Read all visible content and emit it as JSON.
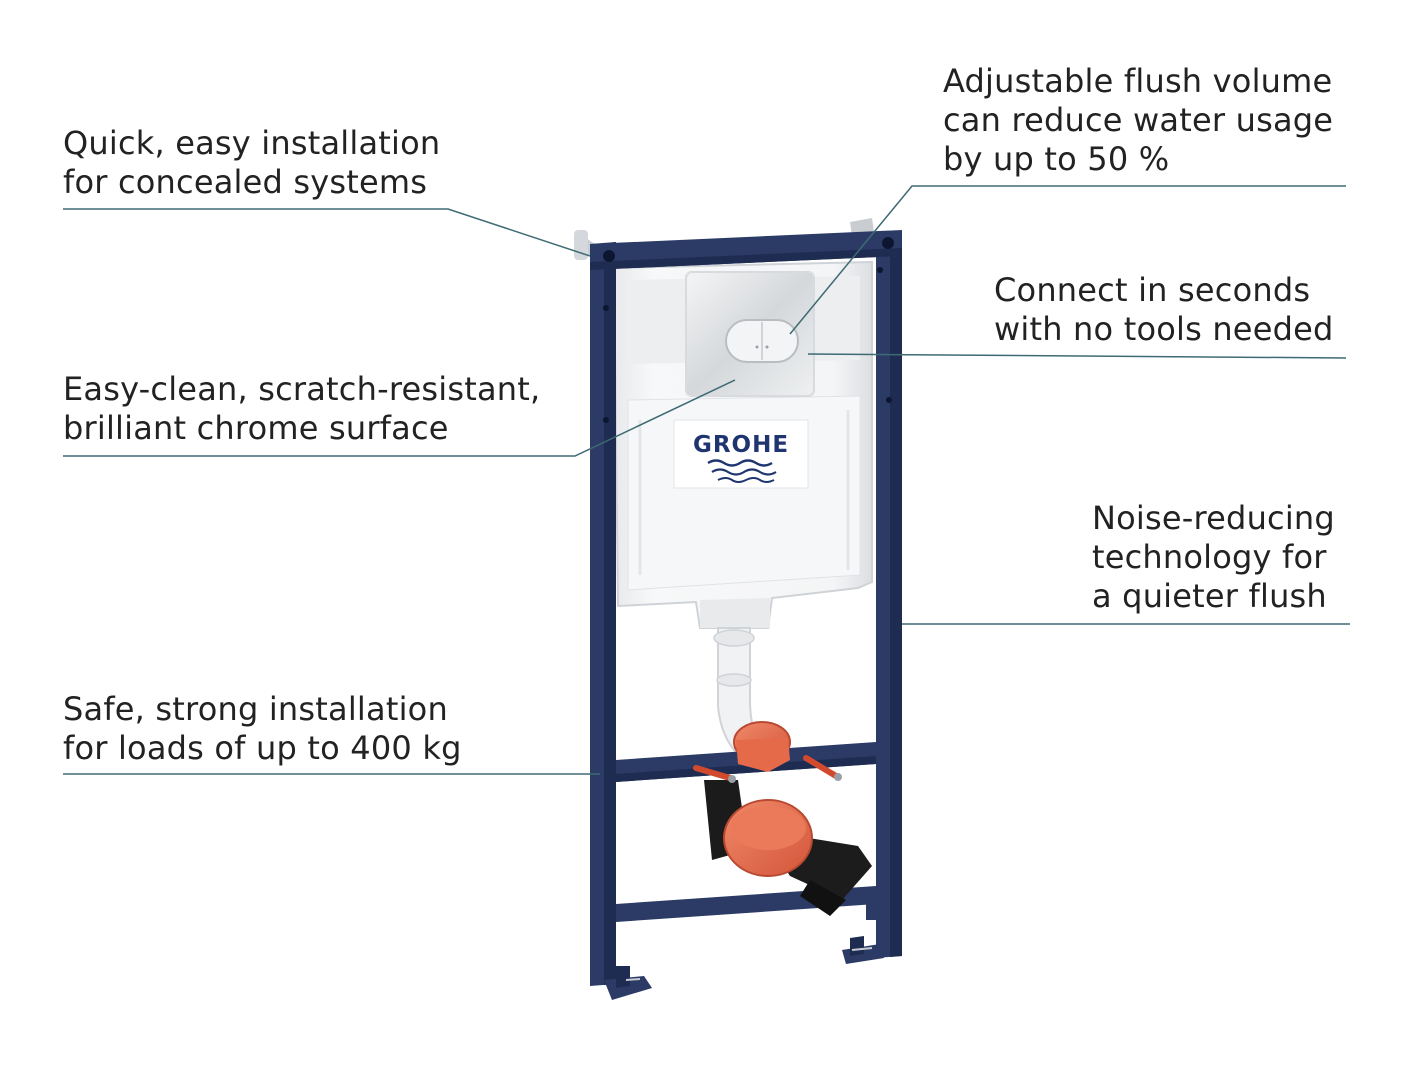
{
  "brand": {
    "name": "GROHE"
  },
  "colors": {
    "frame": "#2b3b66",
    "frame_dark": "#1f2c52",
    "leader_line": "#3e6a73",
    "cistern": "#f3f4f5",
    "cistern_shadow": "#d9dcdf",
    "chrome": "#e4e6e8",
    "plug": "#e56a4a",
    "text": "#222222"
  },
  "callouts": {
    "installation": {
      "line1": "Quick, easy installation",
      "line2": "for concealed systems"
    },
    "surface": {
      "line1": "Easy-clean, scratch-resistant,",
      "line2": "brilliant chrome surface"
    },
    "load": {
      "line1": "Safe, strong installation",
      "line2": "for loads of up to 400 kg"
    },
    "flush_volume": {
      "line1": "Adjustable flush volume",
      "line2": "can reduce water usage",
      "line3": "by up to 50 %"
    },
    "connect": {
      "line1": "Connect in seconds",
      "line2": "with no tools needed"
    },
    "noise": {
      "line1": "Noise-reducing",
      "line2": "technology for",
      "line3": "a quieter flush"
    }
  }
}
